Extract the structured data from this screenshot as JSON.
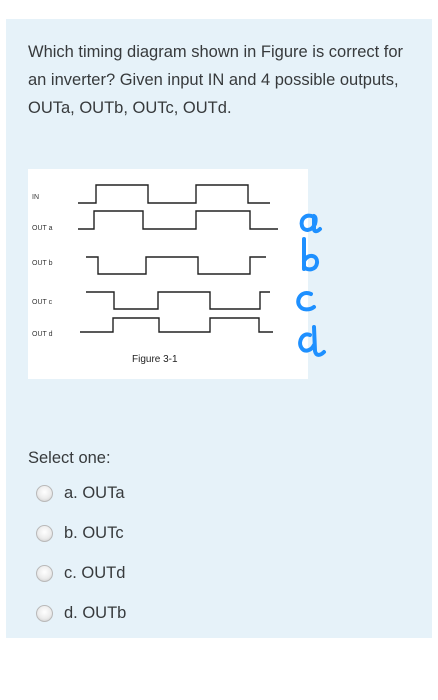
{
  "question": {
    "text": "Which timing diagram shown in Figure is correct for an inverter? Given input IN and 4 possible outputs, OUTa, OUTb, OUTc, OUTd."
  },
  "figure": {
    "labels": [
      "IN",
      "OUT a",
      "OUT b",
      "OUT c",
      "OUT d"
    ],
    "caption": "Figure 3-1",
    "annotations": [
      "a",
      "b",
      "c",
      "d"
    ],
    "annotation_color": "#1e90ff"
  },
  "select": {
    "label": "Select one:",
    "options": [
      {
        "label": "a. OUTa",
        "selected": false
      },
      {
        "label": "b. OUTc",
        "selected": false
      },
      {
        "label": "c. OUTd",
        "selected": false
      },
      {
        "label": "d. OUTb",
        "selected": false
      }
    ]
  }
}
